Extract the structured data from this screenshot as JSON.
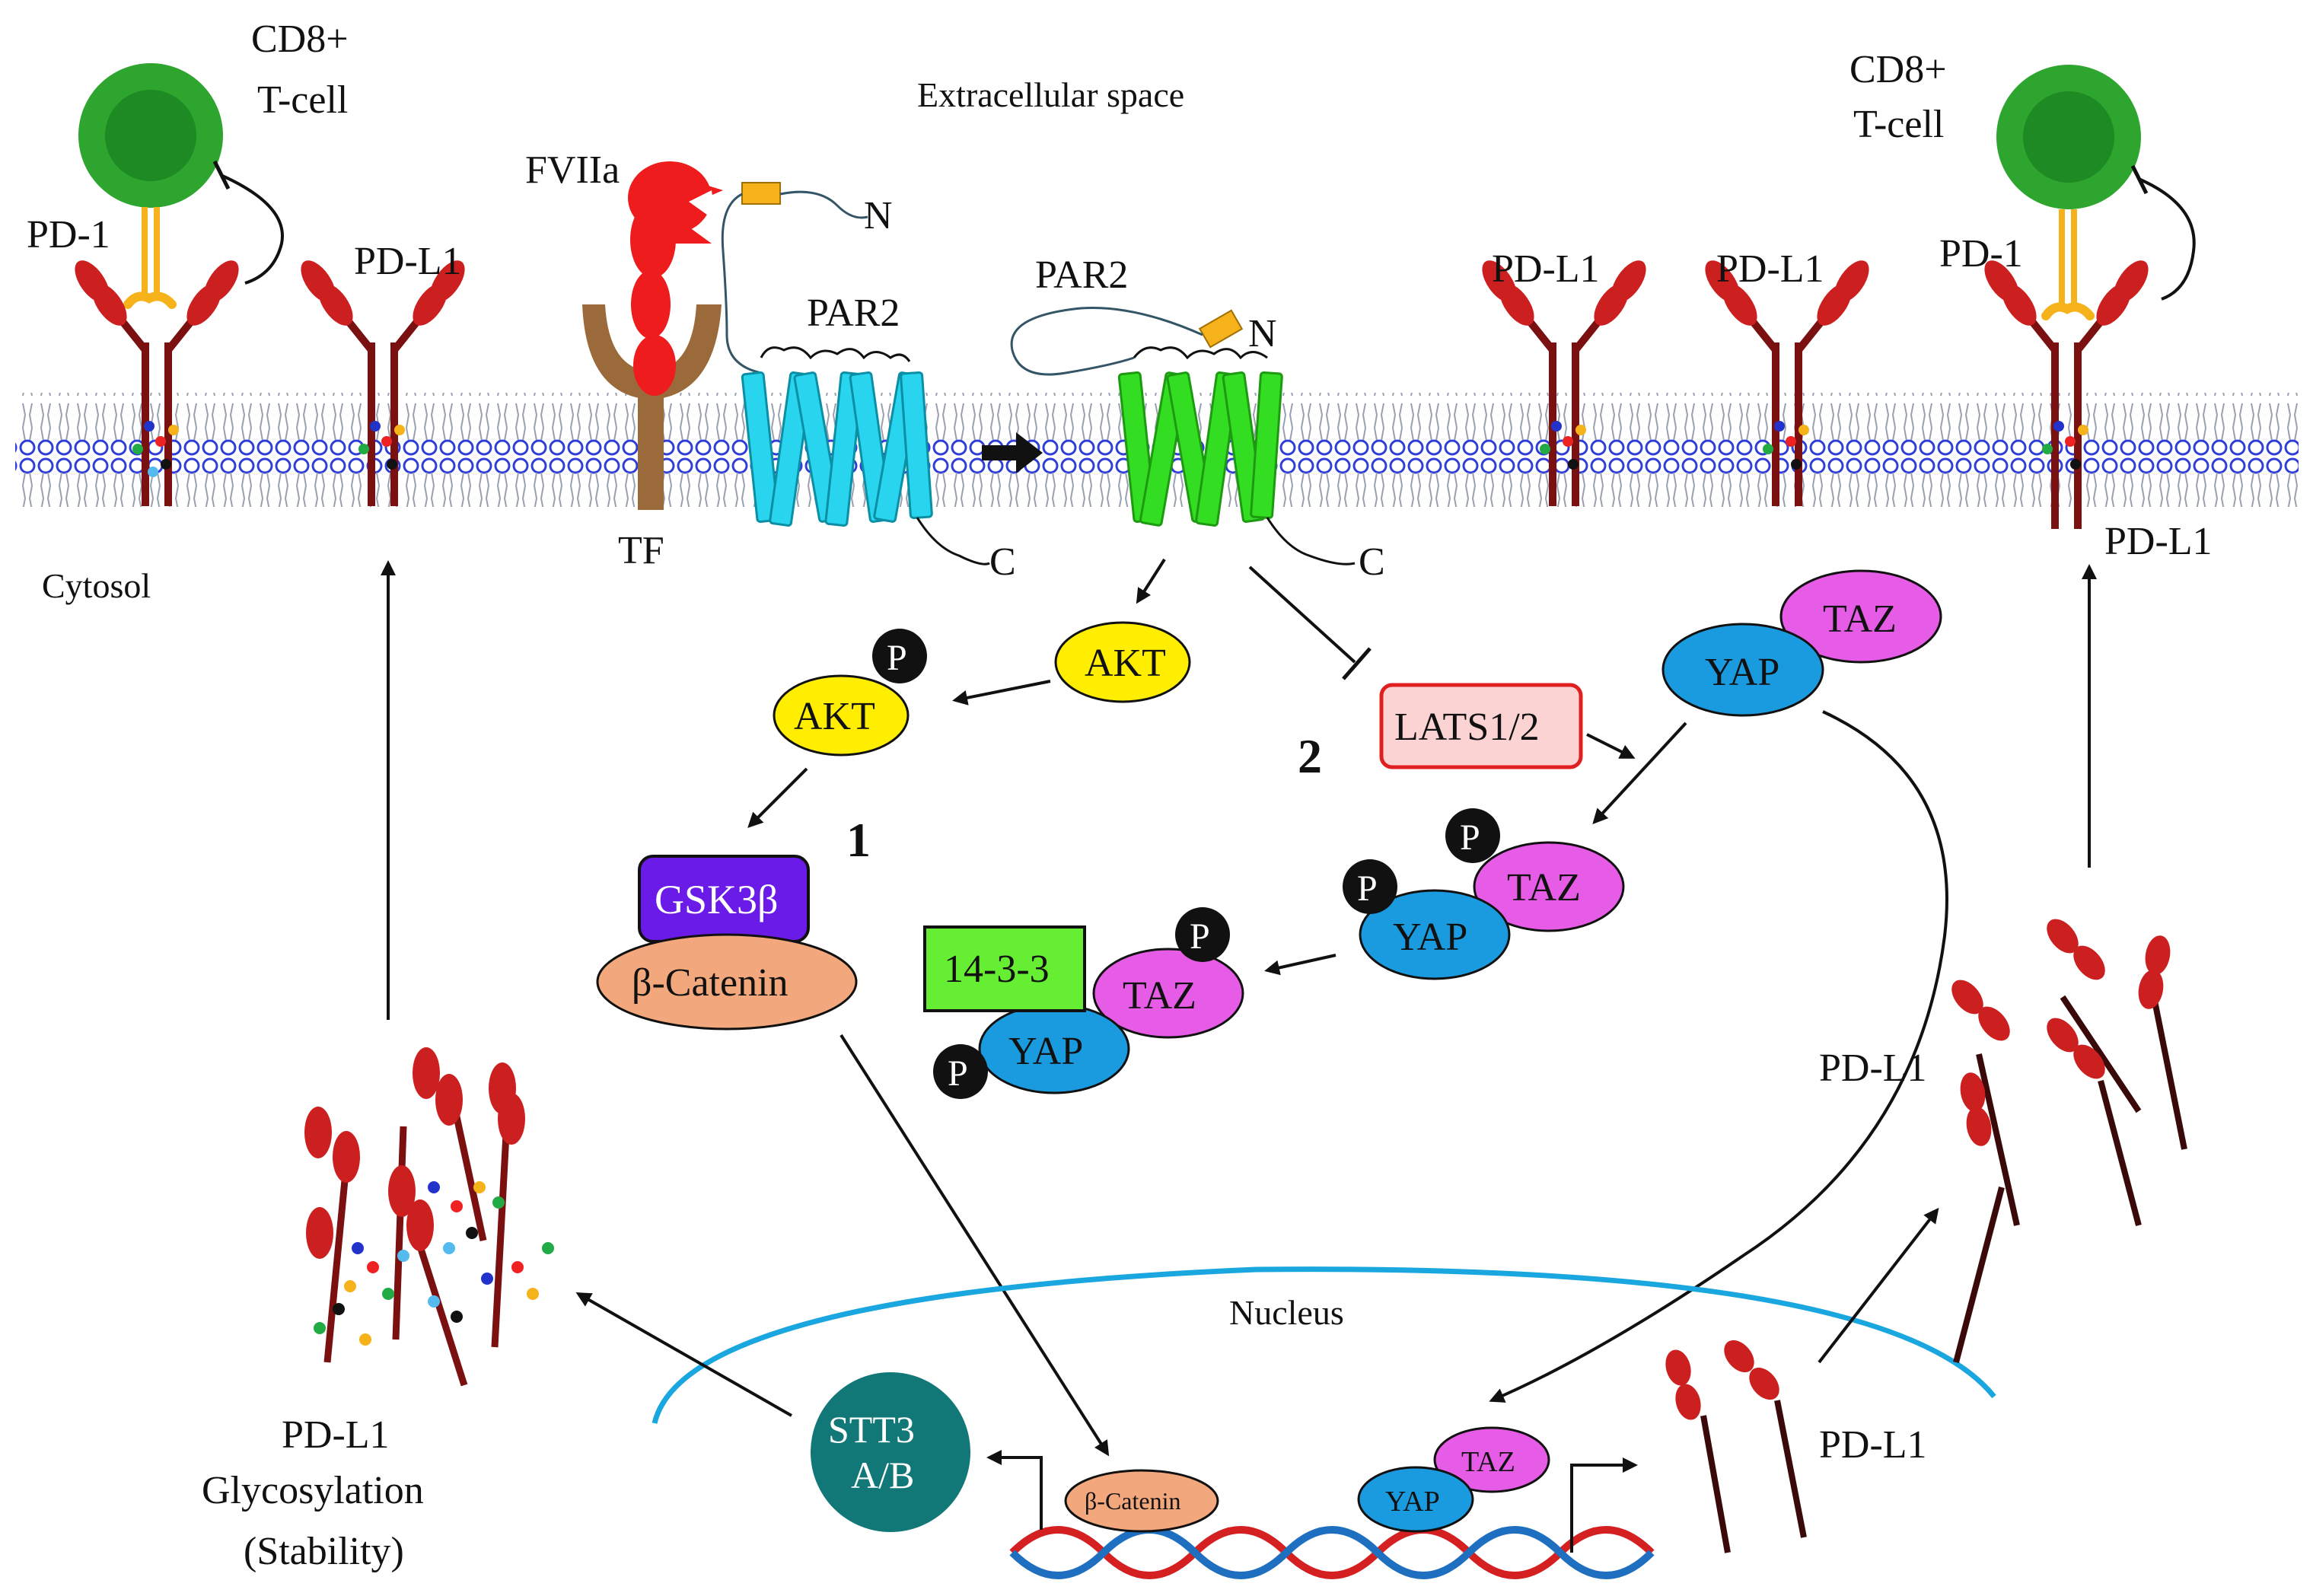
{
  "labels": {
    "extracellular": "Extracellular space",
    "cytosol": "Cytosol",
    "nucleus": "Nucleus",
    "tcell_left": [
      "CD8+",
      "T-cell"
    ],
    "tcell_right": [
      "CD8+",
      "T-cell"
    ],
    "pd1_left": "PD-1",
    "pd1_right": "PD-1",
    "pdl1": "PD-L1",
    "fviia": "FVIIa",
    "tf": "TF",
    "par2": "PAR2",
    "n_term": "N",
    "c_term": "C",
    "path1": "1",
    "path2": "2",
    "akt": "AKT",
    "p": "P",
    "gsk3b": "GSK3β",
    "bcatenin": "β-Catenin",
    "lats": "LATS1/2",
    "yap": "YAP",
    "taz": "TAZ",
    "fourteen33": "14-3-3",
    "stt3": [
      "STT3",
      "A/B"
    ],
    "glyco": [
      "PD-L1",
      "Glycosylation",
      "(Stability)"
    ]
  },
  "colors": {
    "tcell": "#2ea52e",
    "pdl1": "#cc1f1f",
    "pdl1_stem": "#7a1010",
    "pd1": "#f5b21b",
    "par2_inactive": "#29d4ee",
    "par2_active": "#33dd22",
    "tf": "#9b6a3a",
    "akt": "#ffee00",
    "gsk3b": "#6a1be8",
    "bcatenin": "#f2a77d",
    "yap": "#1a9be0",
    "taz": "#e65ce6",
    "lats_fill": "#fbd3d3",
    "lats_border": "#e02020",
    "fourteen33": "#66ee33",
    "stt3": "#117777",
    "membrane": "#2f3fd8",
    "nucleus": "#1aa7e0"
  }
}
